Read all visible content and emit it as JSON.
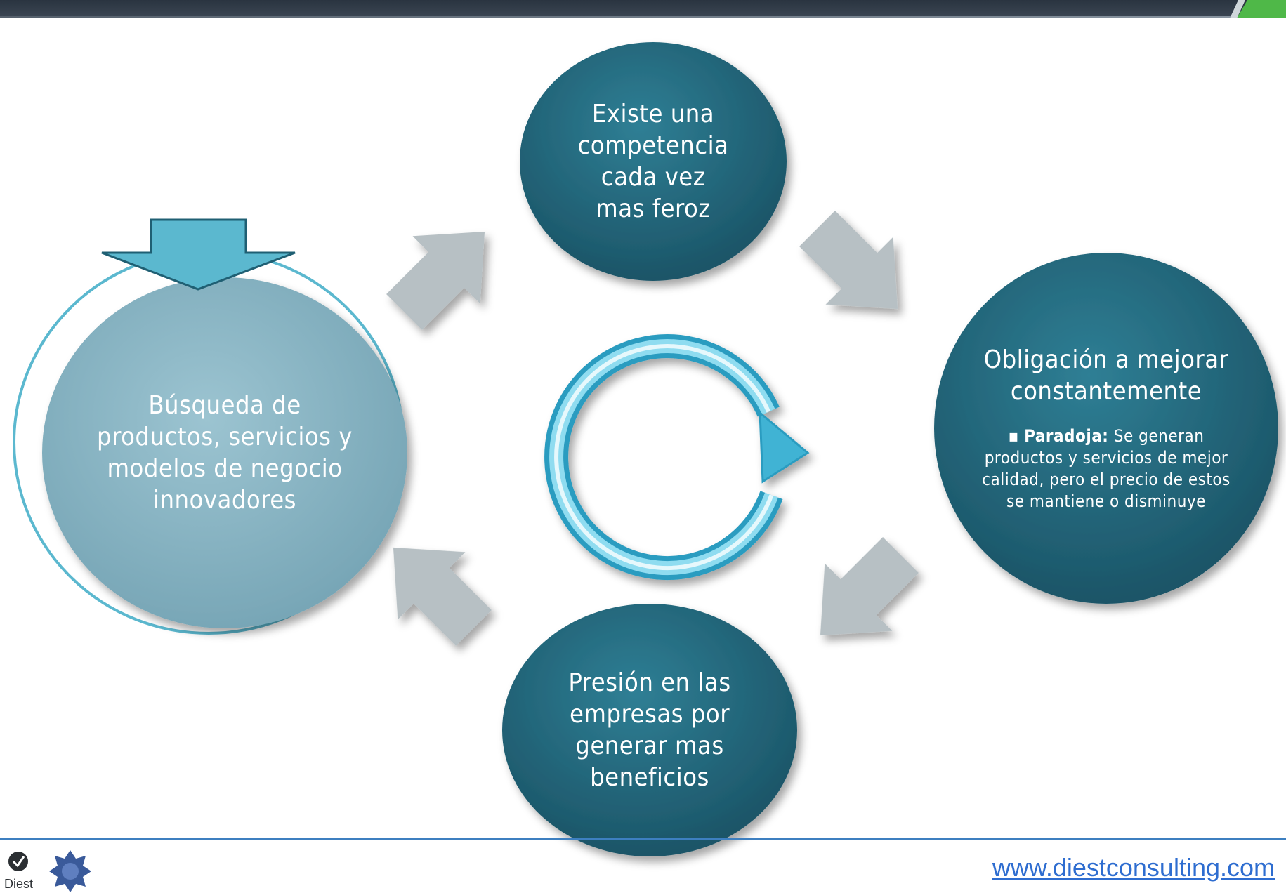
{
  "diagram": {
    "nodes": {
      "top": {
        "text": "Existe una competencia cada vez mas feroz"
      },
      "right": {
        "title": "Obligación a mejorar constantemente",
        "bullet_label": "Paradoja:",
        "bullet_text": "Se generan productos y servicios de mejor calidad, pero el precio de estos se mantiene o disminuye"
      },
      "bottom": {
        "text": "Presión en las empresas por generar mas beneficios"
      },
      "left": {
        "text": "Búsqueda de productos, servicios y modelos de negocio innovadores"
      }
    },
    "colors": {
      "node_dark": "#1f5f73",
      "node_light": "#7fb0c0",
      "arrow_gray": "#b7c0c4",
      "cycle_blue": "#3fb3d4",
      "highlight": "#5bb8cf"
    }
  },
  "footer": {
    "url": "www.diestconsulting.com",
    "logo_text": "Diest"
  }
}
